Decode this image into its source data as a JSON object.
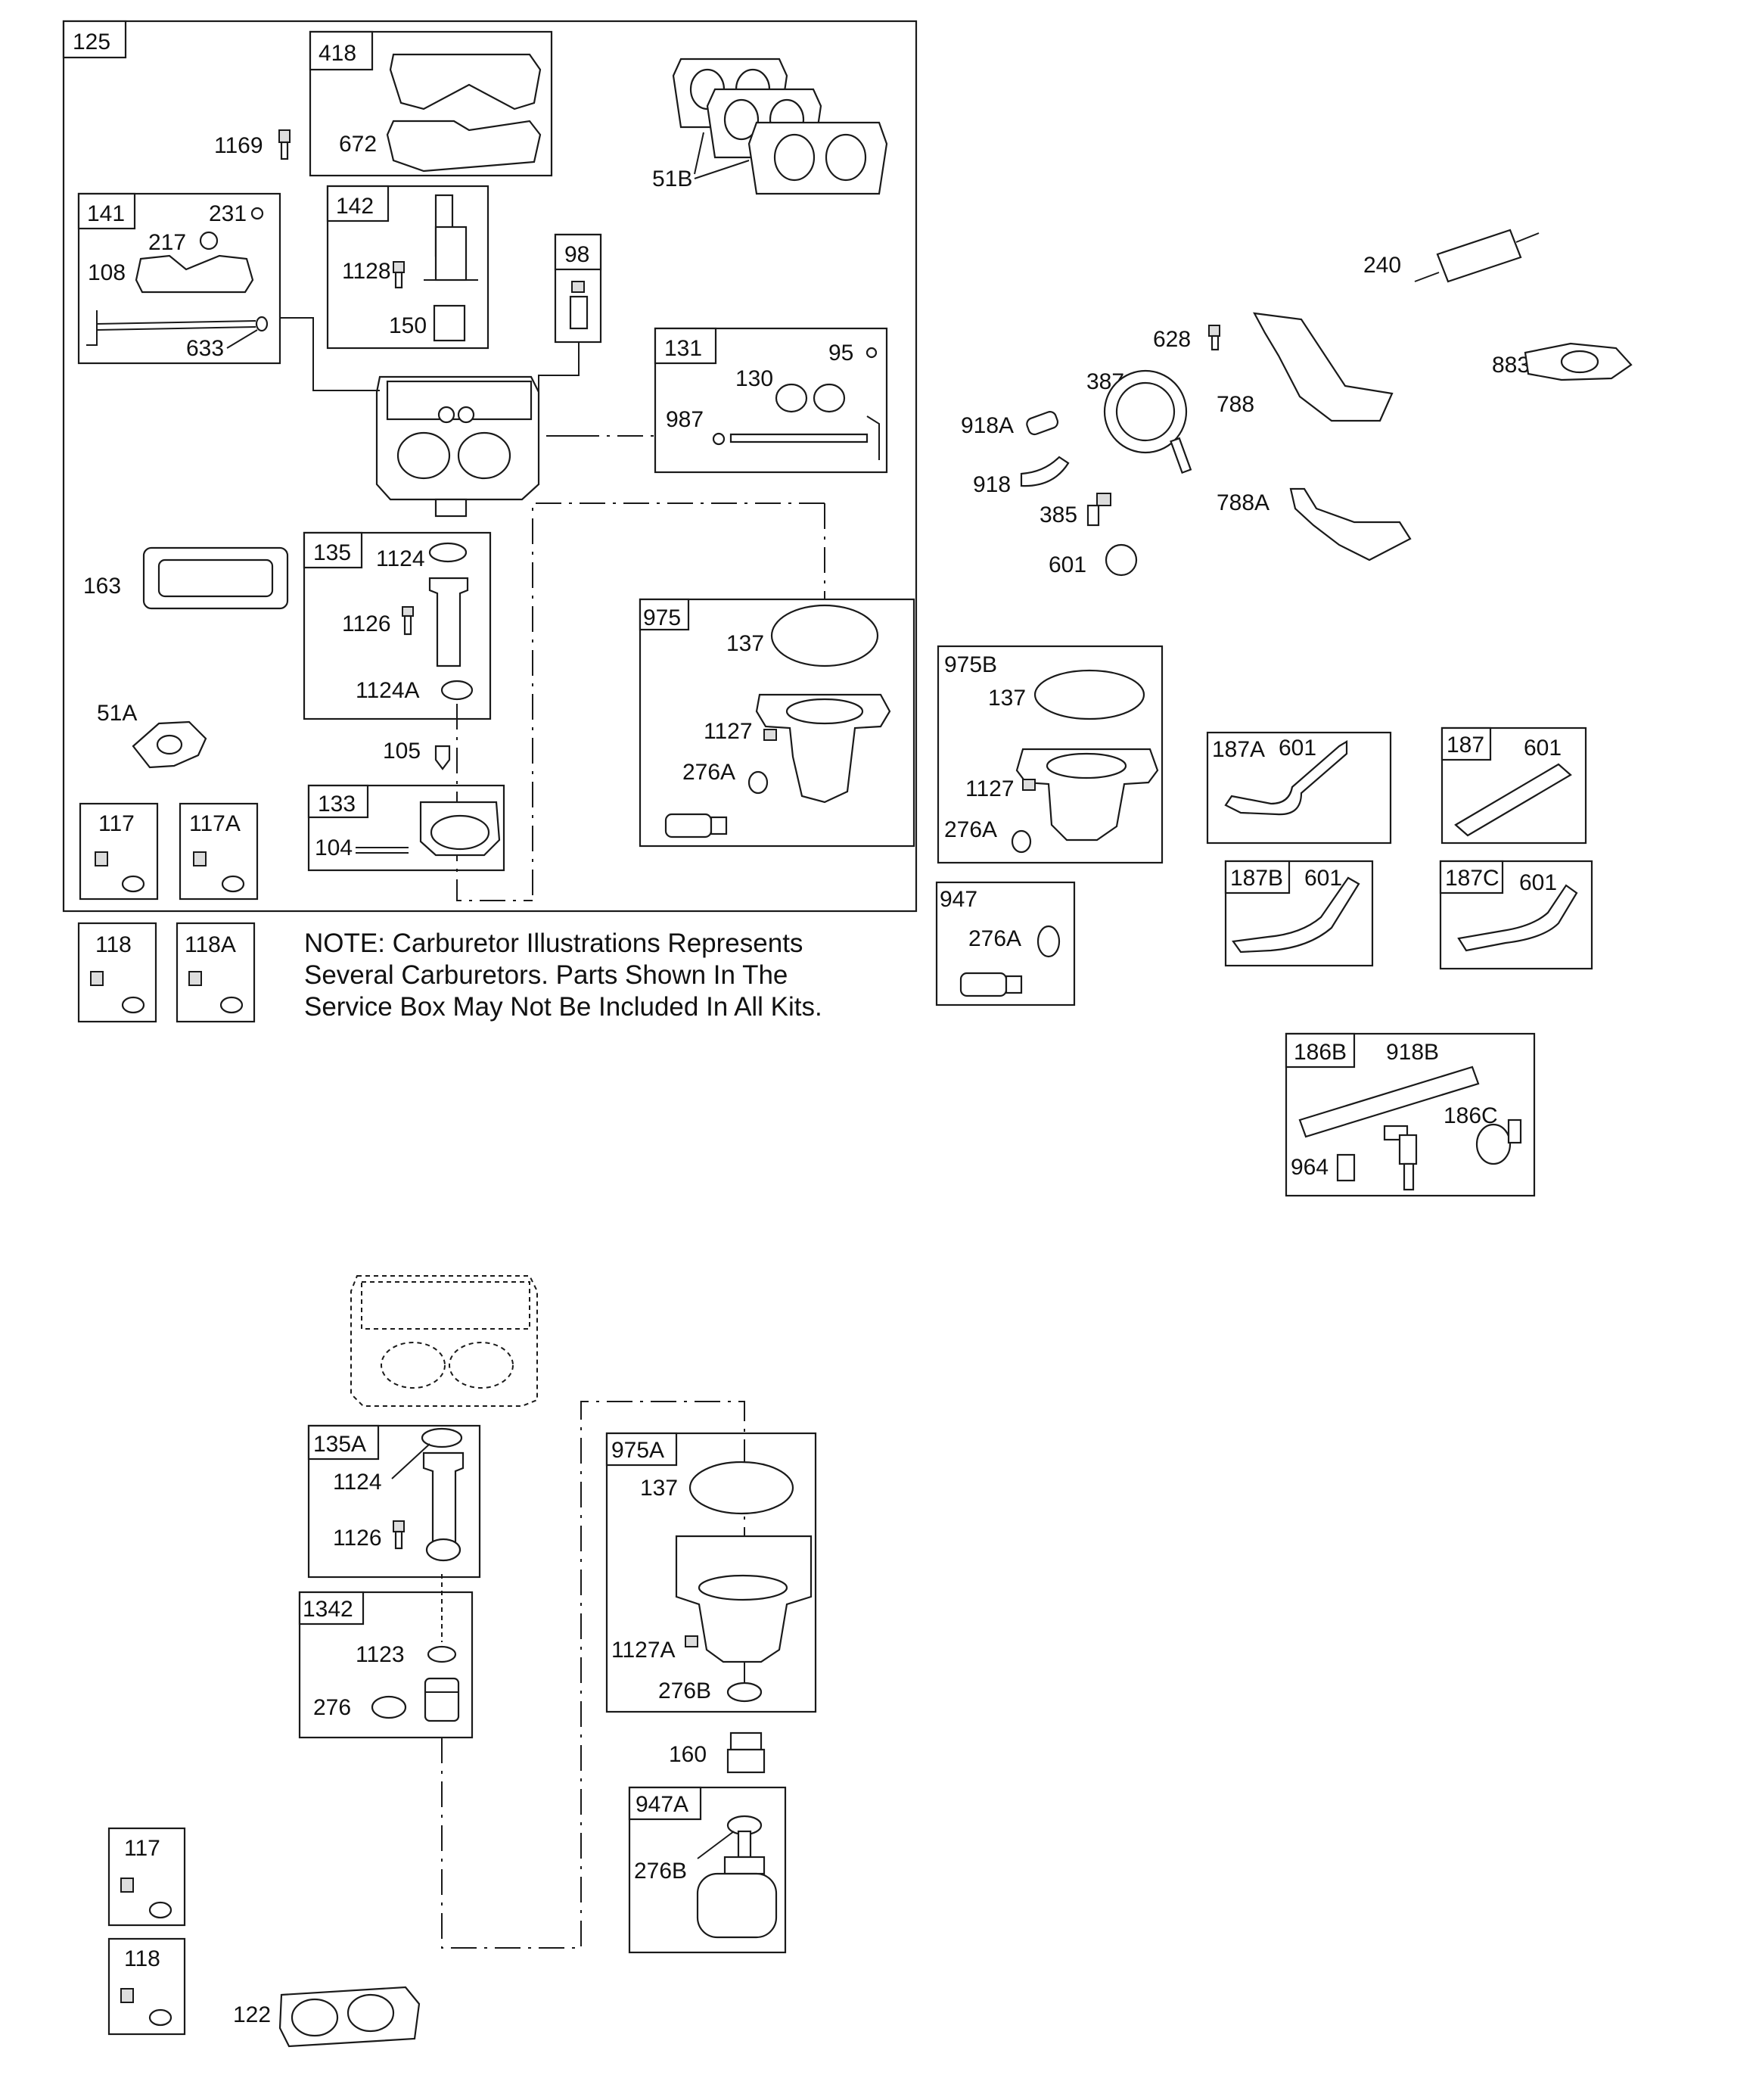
{
  "boxes": {
    "b125": "125",
    "b418": "418",
    "b141": "141",
    "b142": "142",
    "b98": "98",
    "b131": "131",
    "b135": "135",
    "b975": "975",
    "b133": "133",
    "b117": "117",
    "b117A": "117A",
    "b118": "118",
    "b118A": "118A",
    "b975B": "975B",
    "b947": "947",
    "b187A": "187A",
    "b187": "187",
    "b187B": "187B",
    "b187C": "187C",
    "b186B": "186B",
    "b135A": "135A",
    "b1342": "1342",
    "b975A": "975A",
    "b947A": "947A",
    "b117_2": "117",
    "b118_2": "118"
  },
  "labels": {
    "l1169": "1169",
    "l672": "672",
    "l51B": "51B",
    "l231": "231",
    "l217": "217",
    "l108": "108",
    "l633": "633",
    "l1128": "1128",
    "l150": "150",
    "l130": "130",
    "l95": "95",
    "l987": "987",
    "l163": "163",
    "l1124": "1124",
    "l1126": "1126",
    "l1124A": "1124A",
    "l105": "105",
    "l137": "137",
    "l1127": "1127",
    "l276A": "276A",
    "l51A": "51A",
    "l104": "104",
    "l240": "240",
    "l628": "628",
    "l883": "883",
    "l387": "387",
    "l788": "788",
    "l918A": "918A",
    "l918": "918",
    "l385": "385",
    "l788A": "788A",
    "l601": "601",
    "l137b": "137",
    "l1127b": "1127",
    "l276Ab": "276A",
    "l276Ac": "276A",
    "l601a": "601",
    "l601b": "601",
    "l601c": "601",
    "l601d": "601",
    "l918B": "918B",
    "l186C": "186C",
    "l964": "964",
    "l1124b": "1124",
    "l1126b": "1126",
    "l1123": "1123",
    "l276": "276",
    "l137c": "137",
    "l1127A": "1127A",
    "l276B": "276B",
    "l160": "160",
    "l276Bb": "276B",
    "l122": "122"
  },
  "note": {
    "line1": "NOTE:  Carburetor  Illustrations  Represents",
    "line2": "Several  Carburetors.  Parts  Shown  In  The",
    "line3": "Service Box May Not Be Included In All Kits."
  }
}
